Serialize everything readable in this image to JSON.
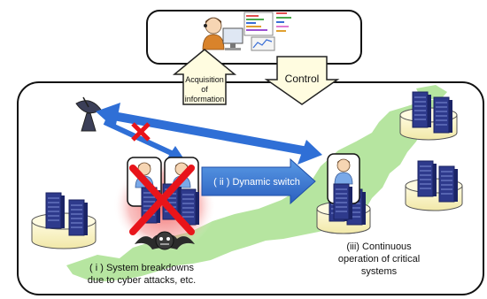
{
  "operator_box": {
    "acquisition_label_lines": [
      "Acquisition",
      "of",
      "information"
    ],
    "control_label": "Control"
  },
  "flows": {
    "dynamic_switch_label": "( ii ) Dynamic switch"
  },
  "captions": {
    "breakdown_lines": [
      "( i ) System breakdowns",
      "due to cyber attacks, etc."
    ],
    "continuous_lines": [
      "(iii) Continuous",
      "operation of critical",
      "systems"
    ]
  },
  "colors": {
    "map_green": "#b6e5a0",
    "arrow_blue": "#2f6fd6",
    "server_navy": "#2e3a8c",
    "cross_red": "#e8141a",
    "alert_glow": "#f04a4a",
    "pedestal_fill": "#fbf6c4"
  }
}
